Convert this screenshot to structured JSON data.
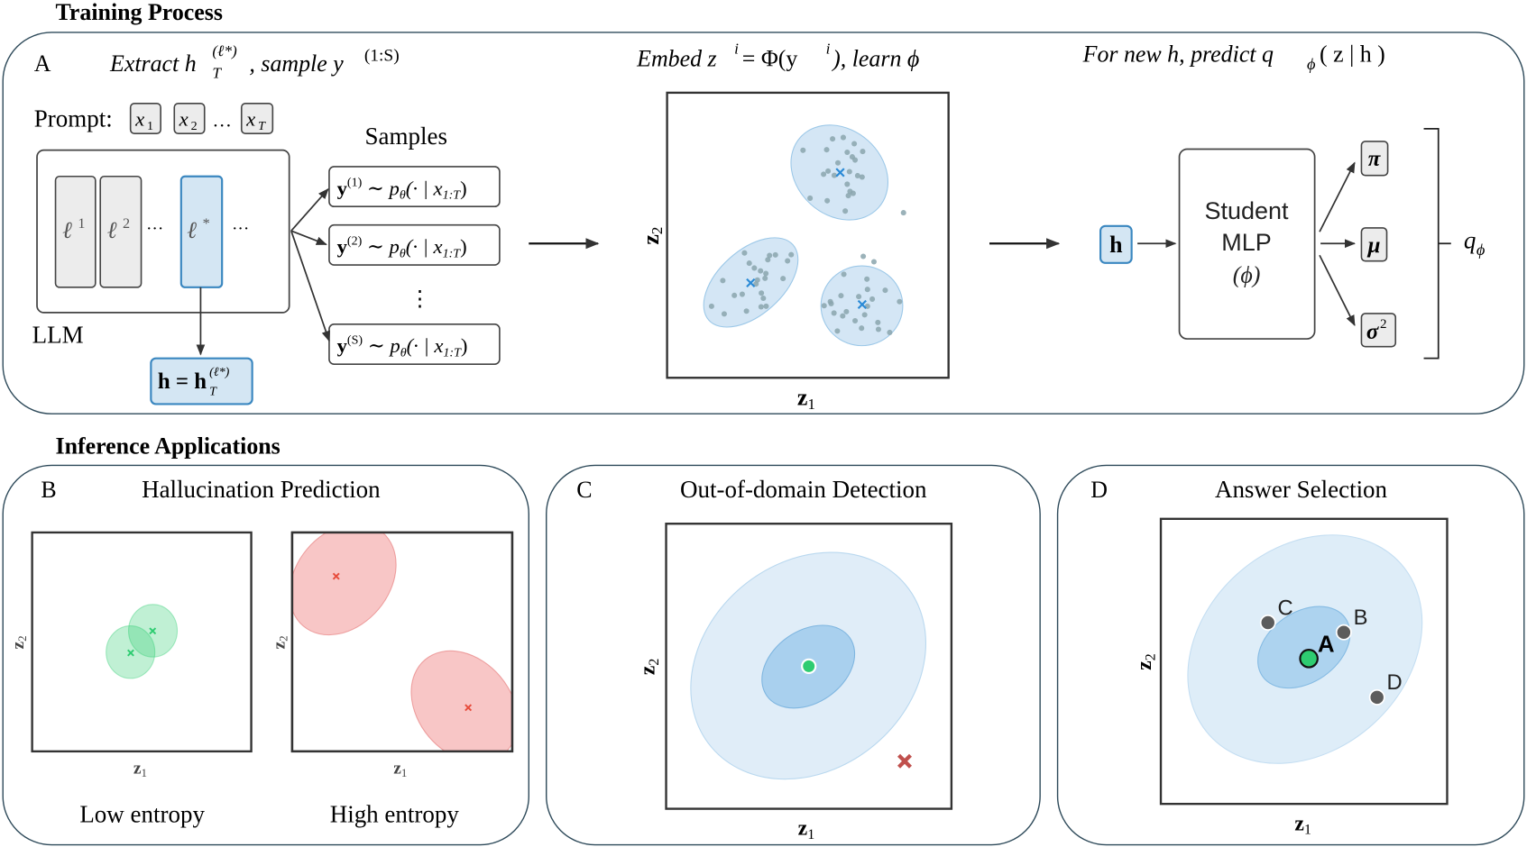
{
  "headings": {
    "training": "Training Process",
    "inference": "Inference Applications"
  },
  "panel_a": {
    "letter": "A",
    "step1": {
      "pre": "Extract h",
      "sub": "T",
      "sup": "(ℓ*)",
      "mid": ", sample y",
      "sup2": "(1:S)"
    },
    "step2": {
      "pre": "Embed z",
      "sup": "i",
      "mid": " = Φ(y",
      "sup2": "i",
      "post": "), learn ϕ"
    },
    "step3": {
      "pre": "For new h, predict q",
      "sub": "ϕ",
      "post": "( z | h )"
    },
    "prompt_label": "Prompt:",
    "tokens": [
      {
        "base": "x",
        "sub": "1"
      },
      {
        "base": "x",
        "sub": "2"
      },
      {
        "base": "x",
        "sub": "T"
      }
    ],
    "token_ellipsis": "…",
    "layers": [
      {
        "base": "ℓ",
        "sup": "1"
      },
      {
        "base": "ℓ",
        "sup": "2"
      },
      {
        "base": "ℓ",
        "sup": "*"
      }
    ],
    "layer_ellipsis": "···",
    "llm_label": "LLM",
    "hidden": {
      "pre": "h = h",
      "sub": "T",
      "sup": "(ℓ*)"
    },
    "samples_label": "Samples",
    "samples": [
      {
        "y": "y",
        "sup": "(1)",
        "dist": " ∼ p",
        "theta": "θ",
        "cond": "(· | x",
        "range": "1:T",
        "close": ")"
      },
      {
        "y": "y",
        "sup": "(2)",
        "dist": " ∼ p",
        "theta": "θ",
        "cond": "(· | x",
        "range": "1:T",
        "close": ")"
      },
      {
        "y": "y",
        "sup": "(S)",
        "dist": " ∼ p",
        "theta": "θ",
        "cond": "(· | x",
        "range": "1:T",
        "close": ")"
      }
    ],
    "samples_ellipsis": "⋮",
    "h_label": "h",
    "mlp": {
      "line1": "Student",
      "line2": "MLP",
      "line3": "(ϕ)"
    },
    "outputs": [
      {
        "base": "π",
        "sup": ""
      },
      {
        "base": "μ",
        "sup": ""
      },
      {
        "base": "σ",
        "sup": "2"
      }
    ],
    "q_label": {
      "base": "q",
      "sub": "ϕ"
    }
  },
  "panel_b": {
    "letter": "B",
    "title": "Hallucination Prediction",
    "left_caption": "Low entropy",
    "right_caption": "High entropy"
  },
  "panel_c": {
    "letter": "C",
    "title": "Out-of-domain Detection"
  },
  "panel_d": {
    "letter": "D",
    "title": "Answer Selection"
  },
  "axis": {
    "x": "z",
    "x_sub": "1",
    "y": "z",
    "y_sub": "2"
  },
  "colors": {
    "cluster": "#d4e6f5",
    "cluster_edge": "#9cc8e8",
    "point": "#8aa4ad",
    "center": "#2a8ad6",
    "green": "#2ecc71",
    "red": "#e74c3c",
    "gray_point": "#5c5c5c"
  },
  "chart_data": [
    {
      "id": "embedding",
      "type": "scatter",
      "xlabel": "z1",
      "ylabel": "z2",
      "xlim": [
        0,
        10
      ],
      "ylim": [
        0,
        10
      ],
      "points": [
        [
          4.83,
          7.98
        ],
        [
          5.88,
          8.38
        ],
        [
          6.26,
          8.43
        ],
        [
          6.65,
          8.21
        ],
        [
          6.95,
          7.94
        ],
        [
          5.67,
          8.0
        ],
        [
          6.4,
          7.91
        ],
        [
          6.58,
          7.75
        ],
        [
          6.68,
          7.64
        ],
        [
          6.07,
          7.54
        ],
        [
          5.56,
          7.14
        ],
        [
          5.72,
          7.25
        ],
        [
          5.94,
          7.1
        ],
        [
          6.48,
          7.23
        ],
        [
          6.77,
          7.09
        ],
        [
          6.93,
          7.04
        ],
        [
          6.4,
          6.79
        ],
        [
          6.5,
          6.54
        ],
        [
          6.44,
          6.39
        ],
        [
          6.61,
          6.47
        ],
        [
          5.08,
          6.3
        ],
        [
          5.69,
          6.21
        ],
        [
          6.33,
          5.85
        ],
        [
          8.4,
          5.79
        ],
        [
          2.75,
          4.38
        ],
        [
          3.64,
          4.29
        ],
        [
          3.85,
          4.31
        ],
        [
          4.41,
          4.32
        ],
        [
          3.58,
          4.14
        ],
        [
          4.28,
          4.1
        ],
        [
          2.92,
          4.02
        ],
        [
          3.1,
          3.85
        ],
        [
          3.32,
          3.75
        ],
        [
          3.51,
          3.66
        ],
        [
          3.48,
          3.49
        ],
        [
          4.12,
          3.48
        ],
        [
          1.98,
          3.41
        ],
        [
          3.21,
          3.43
        ],
        [
          3.16,
          3.29
        ],
        [
          2.39,
          2.89
        ],
        [
          2.67,
          2.93
        ],
        [
          3.35,
          2.97
        ],
        [
          3.42,
          2.79
        ],
        [
          1.58,
          2.51
        ],
        [
          3.34,
          2.49
        ],
        [
          3.52,
          2.51
        ],
        [
          2.03,
          2.24
        ],
        [
          2.82,
          2.34
        ],
        [
          6.28,
          3.63
        ],
        [
          7.1,
          3.46
        ],
        [
          7.12,
          3.1
        ],
        [
          7.75,
          3.07
        ],
        [
          6.18,
          2.88
        ],
        [
          6.81,
          2.85
        ],
        [
          7.29,
          2.76
        ],
        [
          5.58,
          2.53
        ],
        [
          5.8,
          2.67
        ],
        [
          5.83,
          2.6
        ],
        [
          7.12,
          2.51
        ],
        [
          8.26,
          2.67
        ],
        [
          5.93,
          2.27
        ],
        [
          6.37,
          2.32
        ],
        [
          6.24,
          2.17
        ],
        [
          7.02,
          2.21
        ],
        [
          6.68,
          2.0
        ],
        [
          7.49,
          1.94
        ],
        [
          7.51,
          1.7
        ],
        [
          6.05,
          1.64
        ],
        [
          6.91,
          1.74
        ],
        [
          7.91,
          1.59
        ],
        [
          6.97,
          4.26
        ],
        [
          7.35,
          4.07
        ]
      ],
      "centers": [
        [
          6.15,
          7.2
        ],
        [
          2.97,
          3.33
        ],
        [
          6.93,
          2.57
        ]
      ]
    },
    {
      "id": "low_entropy",
      "type": "scatter",
      "xlabel": "z1",
      "ylabel": "z2",
      "xlim": [
        0,
        10
      ],
      "ylim": [
        0,
        10
      ],
      "centers": [
        [
          5.5,
          5.5
        ],
        [
          4.5,
          4.5
        ]
      ]
    },
    {
      "id": "high_entropy",
      "type": "scatter",
      "xlabel": "z1",
      "ylabel": "z2",
      "xlim": [
        0,
        10
      ],
      "ylim": [
        0,
        10
      ],
      "centers": [
        [
          2.0,
          8.0
        ],
        [
          8.0,
          2.0
        ]
      ]
    },
    {
      "id": "ood",
      "type": "scatter",
      "xlabel": "z1",
      "ylabel": "z2",
      "xlim": [
        0,
        10
      ],
      "ylim": [
        0,
        10
      ],
      "in_domain": [
        5.0,
        5.0
      ],
      "out_of_domain": [
        8.36,
        1.67
      ]
    },
    {
      "id": "answers",
      "type": "scatter",
      "xlabel": "z1",
      "ylabel": "z2",
      "xlim": [
        0,
        10
      ],
      "ylim": [
        0,
        10
      ],
      "points": [
        {
          "label": "A",
          "x": 5.17,
          "y": 5.1,
          "best": true
        },
        {
          "label": "B",
          "x": 6.39,
          "y": 6.02
        },
        {
          "label": "C",
          "x": 3.74,
          "y": 6.36
        },
        {
          "label": "D",
          "x": 7.55,
          "y": 3.74
        }
      ]
    }
  ]
}
